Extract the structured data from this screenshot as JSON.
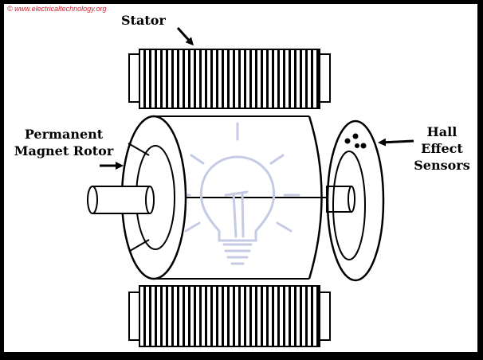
{
  "watermark": "© www.electricaltechnology.org",
  "labels": {
    "stator": "Stator",
    "rotor_line1": "Permanent",
    "rotor_line2": "Magnet Rotor",
    "hall_line1": "Hall",
    "hall_line2": "Effect",
    "hall_line3": "Sensors"
  },
  "colors": {
    "frame": "#000000",
    "background": "#ffffff",
    "bulb": "#c5cbe3",
    "watermark": "#d2202f"
  },
  "icons": [
    "lightbulb-watermark-icon",
    "arrow-icon"
  ]
}
